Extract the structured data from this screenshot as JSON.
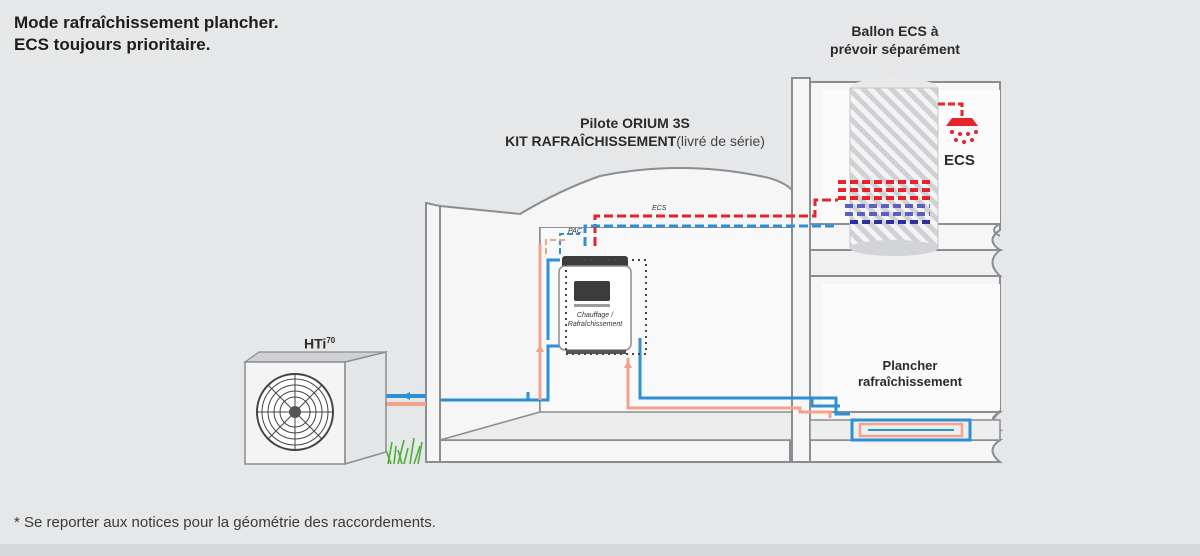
{
  "title": {
    "line1": "Mode rafraîchissement plancher.",
    "line2": "ECS toujours prioritaire."
  },
  "labels": {
    "ballon_line1": "Ballon ECS à",
    "ballon_line2": "prévoir séparément",
    "pilote_line1": "Pilote ORIUM 3S",
    "pilote_line2_bold": "KIT RAFRAÎCHISSEMENT",
    "pilote_line2_light": "(livré de série)",
    "ecs_room": "ECS",
    "ecs_pipe": "ECS",
    "pac_pipe": "PAC",
    "unit_line1": "Chauffage /",
    "unit_line2": "Rafraîchissement",
    "hti": "HTi",
    "hti_sup": "70",
    "plancher_line1": "Plancher",
    "plancher_line2": "rafraîchissement"
  },
  "footnote": "* Se reporter aux notices pour la géométrie des raccordements.",
  "colors": {
    "background": "#e6e7e9",
    "hot_pipe": "#e4232b",
    "return_pipe": "#f2a38c",
    "cold_pipe": "#2d8fd5",
    "wall": "#f6f6f6",
    "outline": "#8a8d91"
  }
}
